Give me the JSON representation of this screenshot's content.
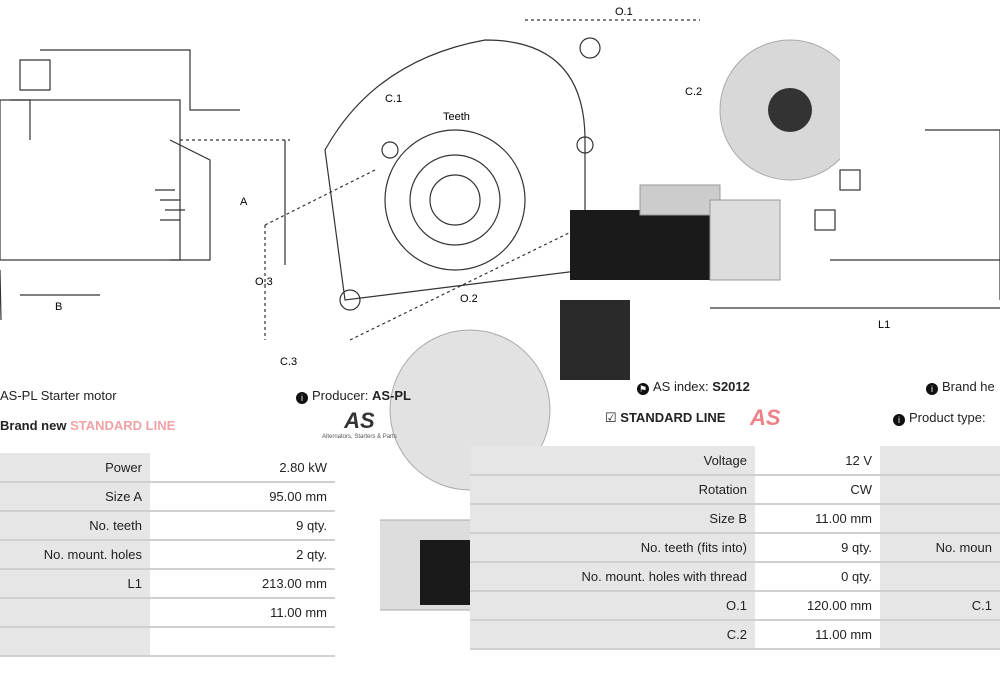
{
  "header": {
    "title": "AS-PL Starter motor",
    "producer_label": "Producer:",
    "producer_value": "AS-PL",
    "as_index_label": "AS index:",
    "as_index_value": "S2012",
    "brand_label": "Brand new",
    "brand_label_right": "Brand he",
    "standard_line": "STANDARD LINE",
    "product_type_label": "Product type:",
    "logo_text": "AS",
    "logo_tagline": "Alternators, Starters & Parts"
  },
  "diagram_labels": {
    "o1": "O.1",
    "o2": "O.2",
    "o3": "O.3",
    "c1": "C.1",
    "c2": "C.2",
    "c3": "C.3",
    "teeth": "Teeth",
    "a": "A",
    "b": "B",
    "l1": "L1"
  },
  "left_table": [
    {
      "label": "Power",
      "value": "2.80 kW"
    },
    {
      "label": "Size A",
      "value": "95.00 mm"
    },
    {
      "label": "No. teeth",
      "value": "9 qty."
    },
    {
      "label": "No. mount. holes",
      "value": "2 qty."
    },
    {
      "label": "L1",
      "value": "213.00 mm"
    },
    {
      "label": "",
      "value": "11.00 mm"
    },
    {
      "label": "",
      "value": ""
    }
  ],
  "right_table": [
    {
      "label": "Voltage",
      "value": "12 V",
      "extra": ""
    },
    {
      "label": "Rotation",
      "value": "CW",
      "extra": ""
    },
    {
      "label": "Size B",
      "value": "11.00 mm",
      "extra": ""
    },
    {
      "label": "No. teeth (fits into)",
      "value": "9 qty.",
      "extra": "No. moun"
    },
    {
      "label": "No. mount. holes with thread",
      "value": "0 qty.",
      "extra": ""
    },
    {
      "label": "O.1",
      "value": "120.00 mm",
      "extra": "C.1"
    },
    {
      "label": "C.2",
      "value": "11.00 mm",
      "extra": ""
    }
  ]
}
